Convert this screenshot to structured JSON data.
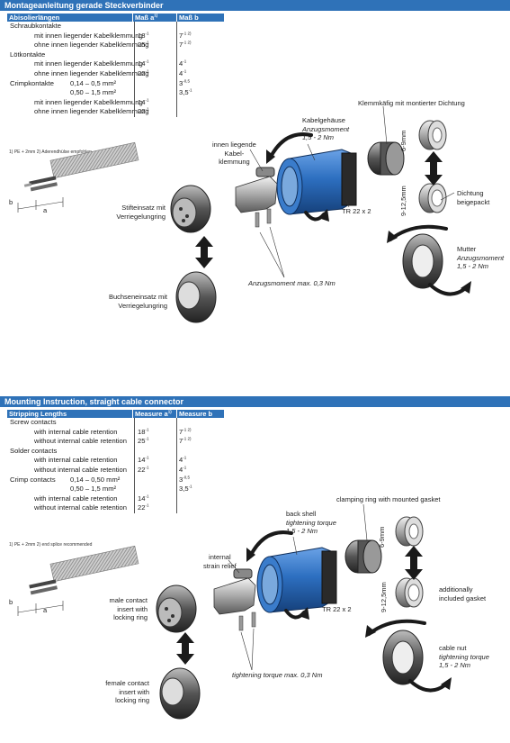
{
  "de": {
    "title": "Montageanleitung gerade Steckverbinder",
    "table": {
      "headers": [
        "Abisolierlängen",
        "Maß a",
        "Maß b"
      ],
      "header_sup": "1)",
      "rows": [
        {
          "kind": "group",
          "label": "Schraubkontakte"
        },
        {
          "kind": "item",
          "label": "mit innen liegender Kabelklemmung",
          "a": "18",
          "a_sup": "-1",
          "b": "7",
          "b_sup": "-1 2)"
        },
        {
          "kind": "item",
          "label": "ohne innen liegender Kabelklemmung",
          "a": "25",
          "a_sup": "-1",
          "b": "7",
          "b_sup": "-1 2)"
        },
        {
          "kind": "group",
          "label": "Lötkontakte"
        },
        {
          "kind": "item",
          "label": "mit innen liegender Kabelklemmung",
          "a": "14",
          "a_sup": "-1",
          "b": "4",
          "b_sup": "-1"
        },
        {
          "kind": "item",
          "label": "ohne innen liegender Kabelklemmung",
          "a": "22",
          "a_sup": "-1",
          "b": "4",
          "b_sup": "-1"
        },
        {
          "kind": "crimp",
          "label": "Crimpkontakte",
          "range": "0,14 – 0,5 mm²",
          "b": "3",
          "b_sup": "-0,5"
        },
        {
          "kind": "crimp",
          "label": "",
          "range": "0,50 – 1,5 mm²",
          "b": "3,5",
          "b_sup": "-1"
        },
        {
          "kind": "item",
          "label": "mit innen liegender Kabelklemmung",
          "a": "14",
          "a_sup": "-1",
          "b": "",
          "b_sup": ""
        },
        {
          "kind": "item",
          "label": "ohne innen liegender Kabelklemmung",
          "a": "22",
          "a_sup": "-1",
          "b": "",
          "b_sup": ""
        }
      ]
    },
    "footnote": "1) PE + 2mm  2) Aderendhülse empfohlen",
    "labels": {
      "strain_relief": "innen liegende Kabel-klemmung",
      "strain_relief_l1": "innen liegende",
      "strain_relief_l2": "Kabel-",
      "strain_relief_l3": "klemmung",
      "back_shell": "Kabelgehäuse",
      "back_shell_torque": "Anzugsmoment",
      "back_shell_value": "1,5 - 2 Nm",
      "clamping_ring": "Klemmkäfig mit montierter Dichtung",
      "dim1": "6-9mm",
      "dim2": "9-12,5mm",
      "gasket_l1": "Dichtung",
      "gasket_l2": "beigepackt",
      "nut": "Mutter",
      "nut_torque": "Anzugsmoment",
      "nut_value": "1,5 - 2 Nm",
      "thread": "TR 22 x 2",
      "male_l1": "Stifteinsatz mit",
      "male_l2": "Verriegelungring",
      "female_l1": "Buchseneinsatz mit",
      "female_l2": "Verriegelungring",
      "screw_torque": "Anzugsmoment max. 0,3 Nm",
      "a": "a",
      "b": "b"
    }
  },
  "en": {
    "title": "Mounting Instruction, straight cable connector",
    "table": {
      "headers": [
        "Stripping Lengths",
        "Measure a",
        "Measure b"
      ],
      "header_sup": "1)",
      "rows": [
        {
          "kind": "group",
          "label": "Screw contacts"
        },
        {
          "kind": "item",
          "label": "with internal cable retention",
          "a": "18",
          "a_sup": "-1",
          "b": "7",
          "b_sup": "-1 2)"
        },
        {
          "kind": "item",
          "label": "without internal cable retention",
          "a": "25",
          "a_sup": "-1",
          "b": "7",
          "b_sup": "-1 2)"
        },
        {
          "kind": "group",
          "label": "Solder contacts"
        },
        {
          "kind": "item",
          "label": "with internal cable retention",
          "a": "14",
          "a_sup": "-1",
          "b": "4",
          "b_sup": "-1"
        },
        {
          "kind": "item",
          "label": "without internal cable retention",
          "a": "22",
          "a_sup": "-1",
          "b": "4",
          "b_sup": "-1"
        },
        {
          "kind": "crimp",
          "label": "Crimp contacts",
          "range": "0,14 – 0,50 mm²",
          "b": "3",
          "b_sup": "-0,5"
        },
        {
          "kind": "crimp",
          "label": "",
          "range": "0,50 – 1,5 mm²",
          "b": "3,5",
          "b_sup": "-1"
        },
        {
          "kind": "item",
          "label": "with internal cable retention",
          "a": "14",
          "a_sup": "-1",
          "b": "",
          "b_sup": ""
        },
        {
          "kind": "item",
          "label": "without internal cable retention",
          "a": "22",
          "a_sup": "-1",
          "b": "",
          "b_sup": ""
        }
      ]
    },
    "footnote": "1) PE + 2mm  2) end splice recommended",
    "labels": {
      "strain_relief_l1": "internal",
      "strain_relief_l2": "strain relief",
      "strain_relief_l3": "",
      "back_shell": "back shell",
      "back_shell_torque": "tightening torque",
      "back_shell_value": "1,5 - 2 Nm",
      "clamping_ring": "clamping ring with mounted gasket",
      "dim1": "6-9mm",
      "dim2": "9-12,5mm",
      "gasket_l1": "additionally",
      "gasket_l2": "included gasket",
      "nut": "cable nut",
      "nut_torque": "tightening torque",
      "nut_value": "1,5 - 2 Nm",
      "thread": "TR 22 x 2",
      "male_l1": "male contact",
      "male_l2": "insert with",
      "male_l3": "locking ring",
      "female_l1": "female contact",
      "female_l2": "insert with",
      "female_l3": "locking ring",
      "screw_torque": "tightening torque max. 0,3 Nm",
      "a": "a",
      "b": "b"
    }
  },
  "colors": {
    "accent": "#2f72b8",
    "connector_blue": "#2d6fc0"
  }
}
